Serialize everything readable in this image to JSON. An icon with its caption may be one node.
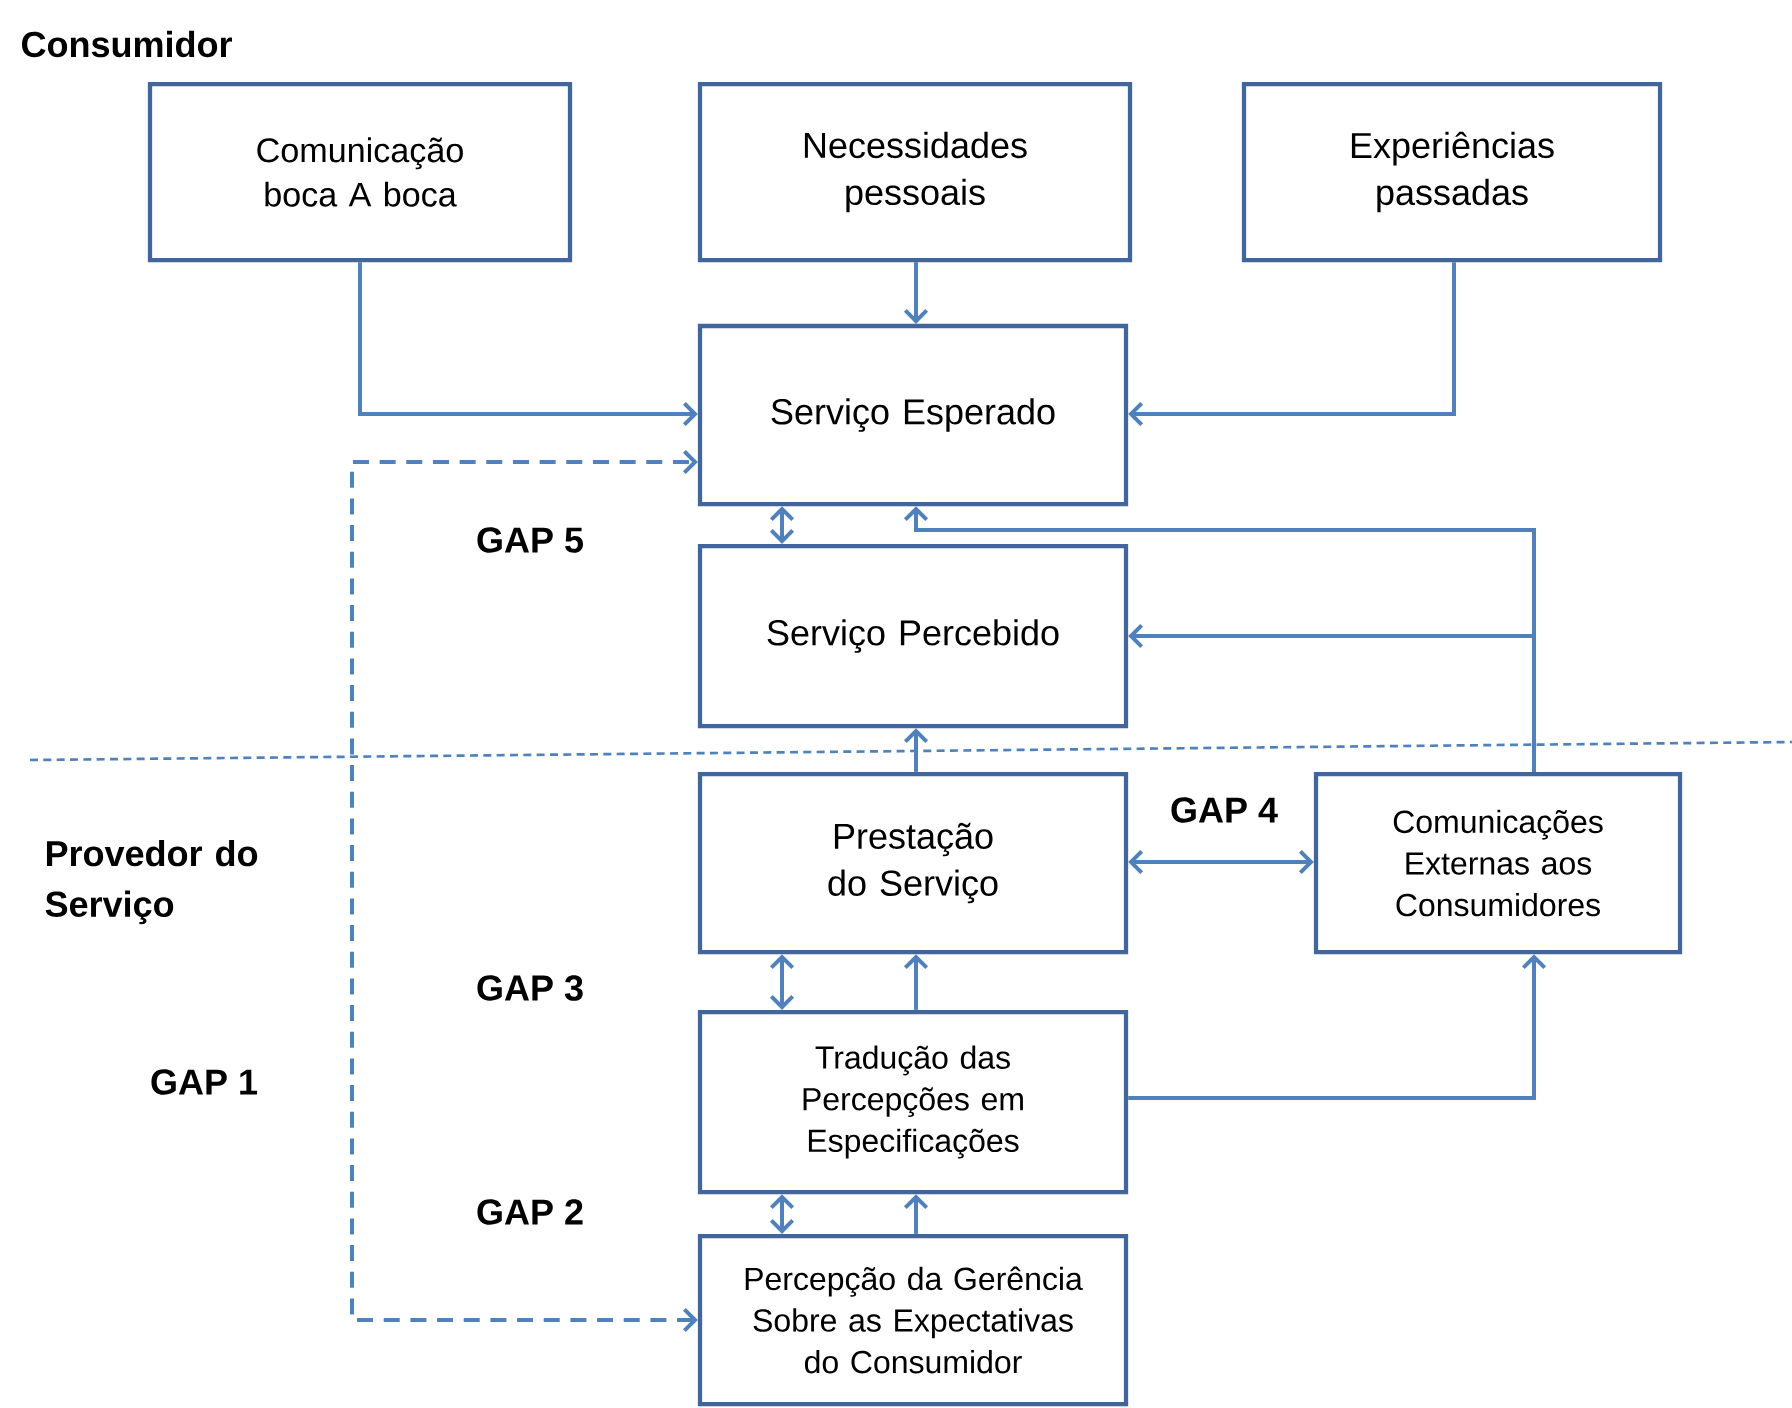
{
  "diagram": {
    "nodes": [
      {
        "text": [
          "Comunicação boca A boca"
        ]
      },
      {
        "text": [
          "Necessidades pessoais"
        ]
      },
      {
        "text": [
          "Experiências passadas"
        ]
      },
      {
        "text": [
          "Serviço Esperado"
        ]
      },
      {
        "text": [
          "Serviço Percebido"
        ]
      },
      {
        "text": [
          "Prestação do Serviço"
        ]
      },
      {
        "text": [
          "Comunicações Externas aos Consumidores"
        ]
      },
      {
        "text": [
          "Tradução das Percepções em Especificações"
        ]
      },
      {
        "text": [
          "Percepção da Gerência Sobre as Expectativas do Consumidor"
        ]
      }
    ],
    "edges": [
      {
        "from": 0,
        "to": 3,
        "arrow": "to"
      },
      {
        "from": 1,
        "to": 3,
        "arrow": "to"
      },
      {
        "from": 2,
        "to": 3,
        "arrow": "to"
      },
      {
        "from": 3,
        "to": 4,
        "arrow": "both"
      },
      {
        "from": 6,
        "to": 3,
        "arrow": "to"
      },
      {
        "from": 6,
        "to": 4,
        "arrow": "to"
      },
      {
        "from": 5,
        "to": 4,
        "arrow": "to"
      },
      {
        "from": 5,
        "to": 6,
        "arrow": "both"
      },
      {
        "from": 7,
        "to": 5,
        "arrow": "both"
      },
      {
        "from": 7,
        "to": 5,
        "arrow": "to"
      },
      {
        "from": 7,
        "to": 6,
        "arrow": "to"
      },
      {
        "from": 8,
        "to": 7,
        "arrow": "both"
      },
      {
        "from": 8,
        "to": 7,
        "arrow": "to"
      },
      {
        "from": 8,
        "to": 3,
        "arrow": "both",
        "style": "dashed"
      }
    ],
    "labels": [
      "Consumidor",
      "GAP 5",
      "Provedor do Serviço",
      "GAP 4",
      "GAP 3",
      "GAP 1",
      "GAP 2"
    ]
  }
}
